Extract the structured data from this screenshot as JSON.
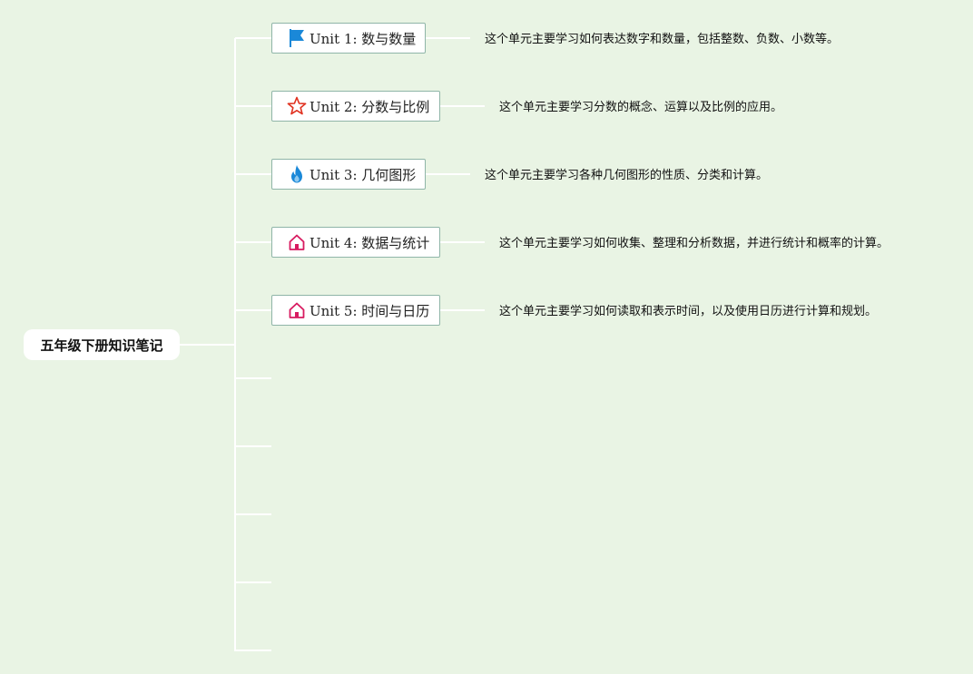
{
  "root": {
    "label": "五年级下册知识笔记"
  },
  "units": [
    {
      "label": "Unit 1: 数与数量",
      "icon": "flag-icon",
      "description": "这个单元主要学习如何表达数字和数量，包括整数、负数、小数等。"
    },
    {
      "label": "Unit 2: 分数与比例",
      "icon": "star-icon",
      "description": "这个单元主要学习分数的概念、运算以及比例的应用。"
    },
    {
      "label": "Unit 3: 几何图形",
      "icon": "flame-icon",
      "description": "这个单元主要学习各种几何图形的性质、分类和计算。"
    },
    {
      "label": "Unit 4: 数据与统计",
      "icon": "house-icon",
      "description": "这个单元主要学习如何收集、整理和分析数据，并进行统计和概率的计算。"
    },
    {
      "label": "Unit 5: 时间与日历",
      "icon": "house-icon",
      "description": "这个单元主要学习如何读取和表示时间，以及使用日历进行计算和规划。"
    }
  ],
  "colors": {
    "background": "#e9f4e4",
    "connector": "#ffffff",
    "node_border": "#8fb5a8",
    "flag": "#1a88d8",
    "star": "#e0301e",
    "flame": "#1a88d8",
    "house": "#d81b60"
  }
}
